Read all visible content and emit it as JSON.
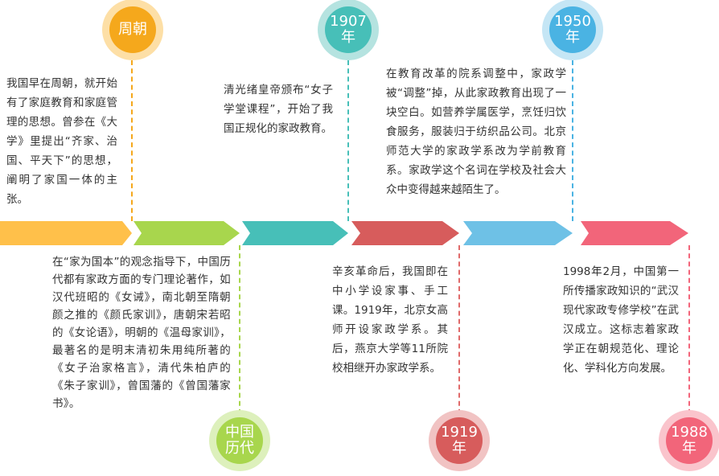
{
  "colors": {
    "orange": "#FFC04A",
    "green": "#A8D64D",
    "teal": "#47BFB8",
    "red": "#D75C5C",
    "blue": "#6EC1E6",
    "pink": "#F2657A"
  },
  "milestones": [
    {
      "label_line1": "周朝",
      "label_line2": "",
      "text": "我国早在周朝，就开始有了家庭教育和家庭管理的思想。曾参在《大学》里提出“齐家、治国、平天下”的思想，阐明了家国一体的主张。"
    },
    {
      "label_line1": "中国",
      "label_line2": "历代",
      "text": "在“家为国本”的观念指导下，中国历代都有家政方面的专门理论著作，如汉代班昭的《女诫》，南北朝至隋朝颜之推的《颜氏家训》，唐朝宋若昭的《女论语》，明朝的《温母家训》，最著名的是明末清初朱用纯所著的《女子治家格言》，清代朱柏庐的《朱子家训》，曾国藩的《曾国藩家书》。"
    },
    {
      "label_line1": "1907",
      "label_line2": "年",
      "text": "清光绪皇帝颁布“女子学堂课程”，开始了我国正规化的家政教育。"
    },
    {
      "label_line1": "1919",
      "label_line2": "年",
      "text": "辛亥革命后，我国即在中小学设家事、手工课。1919年，北京女高师开设家政学系。其后，燕京大学等11所院校相继开办家政学系。"
    },
    {
      "label_line1": "1950",
      "label_line2": "年",
      "text": "在教育改革的院系调整中，家政学被“调整”掉，从此家政教育出现了一块空白。如营养学属医学，烹饪归饮食服务，服装归于纺织品公司。北京师范大学的家政学系改为学前教育系。家政学这个名词在学校及社会大众中变得越来越陌生了。"
    },
    {
      "label_line1": "1988",
      "label_line2": "年",
      "text": "1998年2月，中国第一所传播家政知识的“武汉现代家政专修学校”在武汉成立。这标志着家政学正在朝规范化、理论化、学科化方向发展。"
    }
  ]
}
